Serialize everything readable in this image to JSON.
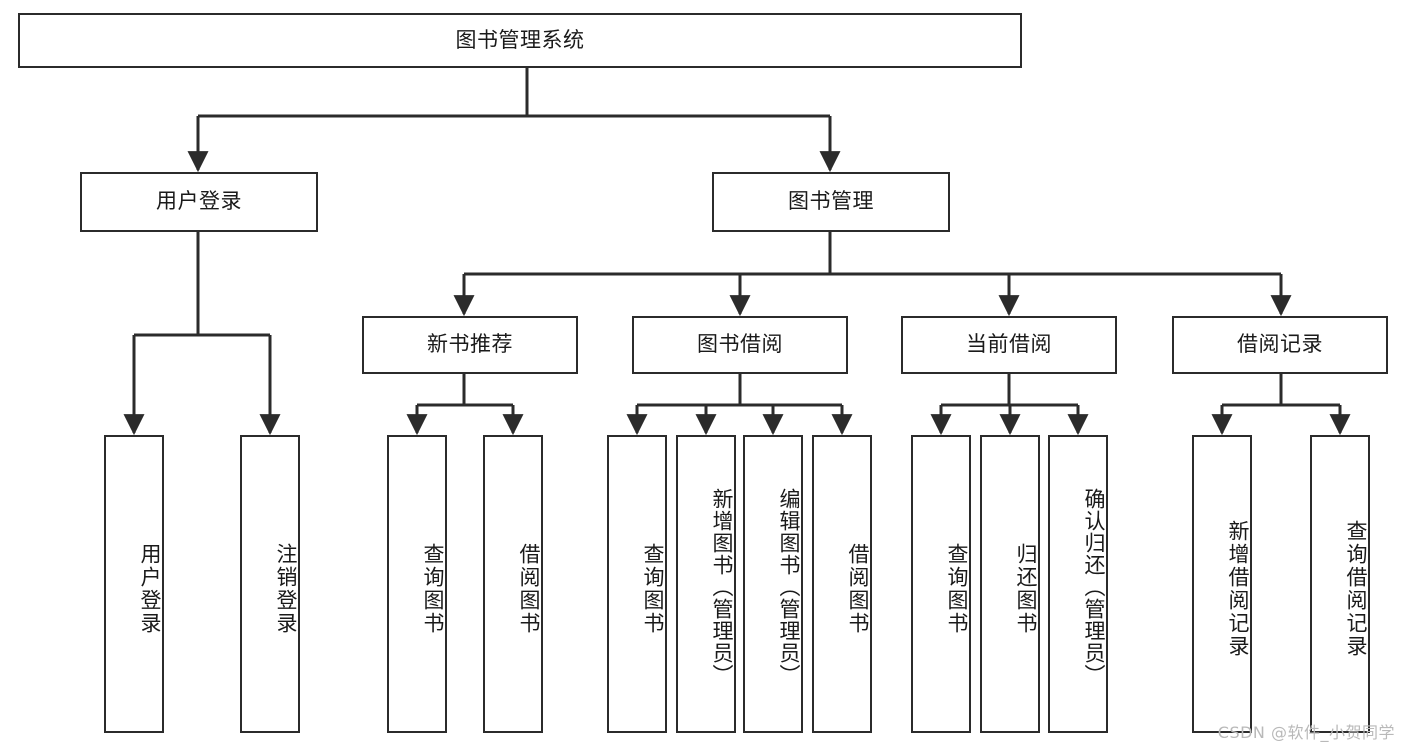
{
  "diagram": {
    "title": "图书管理系统",
    "watermark": "CSDN @软件_小贺同学",
    "line_color": "#2b2b2b",
    "box_border_color": "#2b2b2b",
    "box_fill_color": "#ffffff",
    "background_color": "#ffffff",
    "type": "tree-hierarchy-chart",
    "levels": 4
  },
  "root": {
    "label": "图书管理系统"
  },
  "level2": [
    {
      "label": "用户登录"
    },
    {
      "label": "图书管理"
    }
  ],
  "level3": [
    {
      "label": "新书推荐"
    },
    {
      "label": "图书借阅"
    },
    {
      "label": "当前借阅"
    },
    {
      "label": "借阅记录"
    }
  ],
  "leaves": {
    "user_login": [
      {
        "label": "用户登录"
      },
      {
        "label": "注销登录"
      }
    ],
    "new_book_recommend": [
      {
        "label": "查询图书"
      },
      {
        "label": "借阅图书"
      }
    ],
    "book_borrow": [
      {
        "label": "查询图书"
      },
      {
        "label": "新增图书（管理员）"
      },
      {
        "label": "编辑图书（管理员）"
      },
      {
        "label": "借阅图书"
      }
    ],
    "current_borrow": [
      {
        "label": "查询图书"
      },
      {
        "label": "归还图书"
      },
      {
        "label": "确认归还（管理员）"
      }
    ],
    "borrow_record": [
      {
        "label": "新增借阅记录"
      },
      {
        "label": "查询借阅记录"
      }
    ]
  }
}
